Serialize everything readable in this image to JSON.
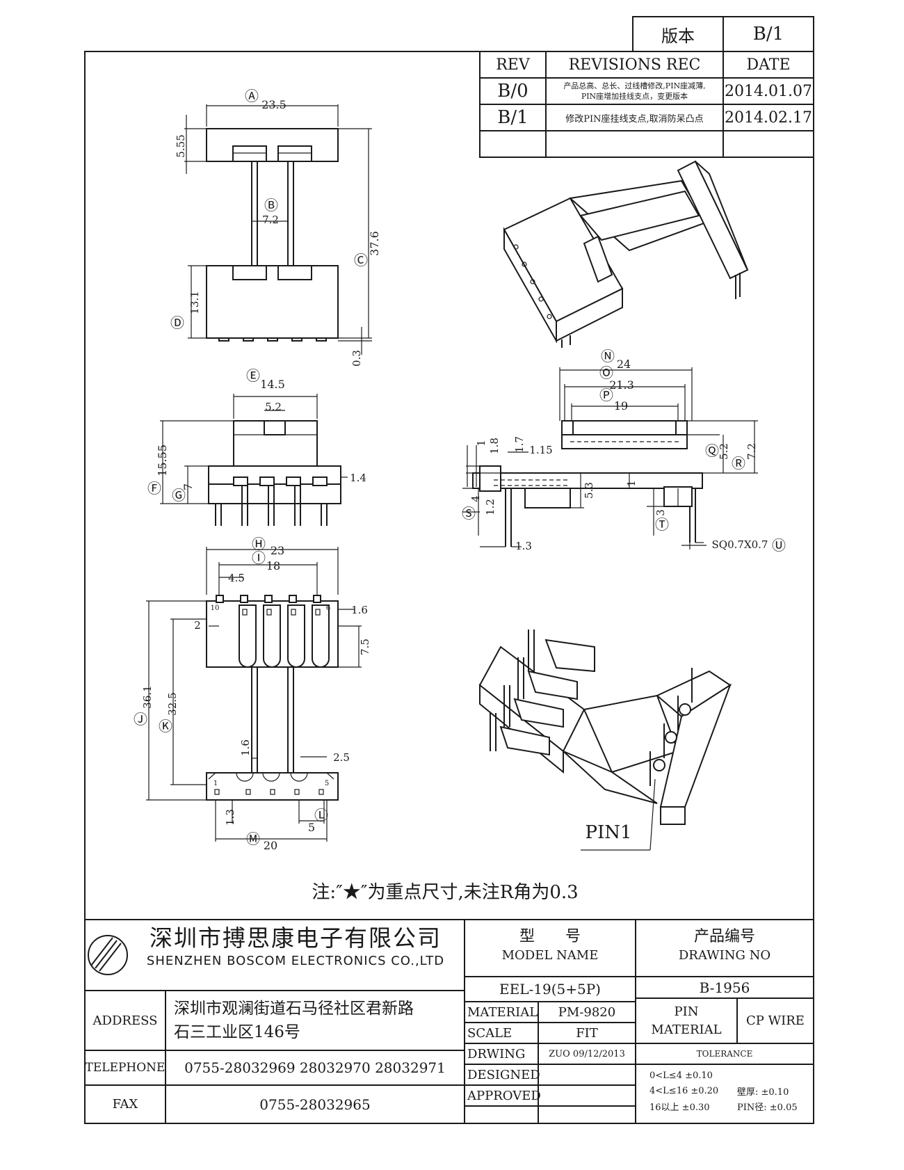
{
  "version_box": {
    "label": "版本",
    "value": "B/1"
  },
  "revisions": {
    "headers": {
      "rev": "REV",
      "rec": "REVISIONS REC",
      "date": "DATE"
    },
    "rows": [
      {
        "rev": "B/0",
        "rec_line1": "产品总高、总长、过线槽修改,PIN座减薄,",
        "rec_line2": "PIN座增加挂线支点，变更版本",
        "date": "2014.01.07"
      },
      {
        "rev": "B/1",
        "rec_line1": "修改PIN座挂线支点,取消防呆凸点",
        "rec_line2": "",
        "date": "2014.02.17"
      }
    ]
  },
  "dimensions": {
    "A": "Ⓐ",
    "A_val": "23.5",
    "B": "Ⓑ",
    "B_val": "7.2",
    "top_h": "5.55",
    "C_val": "37.6",
    "C": "Ⓒ",
    "D": "Ⓓ",
    "D_val": "13.1",
    "pin_gap": "0.3",
    "E": "Ⓔ",
    "E_val": "14.5",
    "slot": "5.2",
    "F": "Ⓕ",
    "F_val": "15.55",
    "G": "Ⓖ",
    "G_val": "7",
    "side_t": "1.4",
    "H": "Ⓗ",
    "H_val": "23",
    "I": "Ⓘ",
    "I_val": "18",
    "pitch": "4.5",
    "pin10": "10",
    "pin6": "6",
    "w16": "1.6",
    "w2": "2",
    "w75": "7.5",
    "J": "Ⓙ",
    "J_val": "36.1",
    "K": "Ⓚ",
    "K_val": "32.5",
    "core16": "1.6",
    "w25": "2.5",
    "pin1": "1",
    "pin5": "5",
    "h13": "1.3",
    "L": "Ⓛ",
    "L_val": "5",
    "M": "Ⓜ",
    "M_val": "20",
    "N": "Ⓝ",
    "N_val": "24",
    "O": "Ⓞ",
    "O_val": "21.3",
    "P": "Ⓟ",
    "P_val": "19",
    "d1": "1",
    "d18": "1.8",
    "d17": "1.7",
    "d115": "1.15",
    "Q": "Ⓠ",
    "Q_val": "5.2",
    "R": "Ⓡ",
    "R_val": "7.2",
    "S": "Ⓢ",
    "S_val": "4",
    "d12": "1.2",
    "d53": "5.3",
    "d1b": "1",
    "T": "Ⓣ",
    "T_val": "3",
    "d13": "1.3",
    "sq": "SQ0.7X0.7",
    "U": "Ⓤ"
  },
  "pin1_label": "PIN1",
  "note": "注:″★″为重点尺寸,未注R角为0.3",
  "title_block": {
    "company_cn": "深圳市搏思康电子有限公司",
    "company_en": "SHENZHEN BOSCOM ELECTRONICS CO.,LTD",
    "model_cn": "型　　号",
    "model_en": "MODEL NAME",
    "model_value": "EEL-19(5+5P)",
    "drawing_cn": "产品编号",
    "drawing_en": "DRAWING NO",
    "drawing_value": "B-1956",
    "address_label": "ADDRESS",
    "address_line1": "深圳市观澜街道石马径社区君新路",
    "address_line2": "石三工业区146号",
    "telephone_label": "TELEPHONE",
    "telephone_value": "0755-28032969 28032970 28032971",
    "fax_label": "FAX",
    "fax_value": "0755-28032965",
    "material_label": "MATERIAL",
    "material_value": "PM-9820",
    "scale_label": "SCALE",
    "scale_value": "FIT",
    "drwing_label": "DRWING",
    "drwing_value": "ZUO 09/12/2013",
    "designed_label": "DESIGNED",
    "approved_label": "APPROVED",
    "pin_material_label1": "PIN",
    "pin_material_label2": "MATERIAL",
    "pin_material_value": "CP WIRE",
    "tolerance_label": "TOLERANCE",
    "tol1": "0<L≤4  ±0.10",
    "tol2": "4<L≤16  ±0.20",
    "tol3": "16以上    ±0.30",
    "wall": "壁厚:   ±0.10",
    "pinwire": "PIN径: ±0.05"
  }
}
